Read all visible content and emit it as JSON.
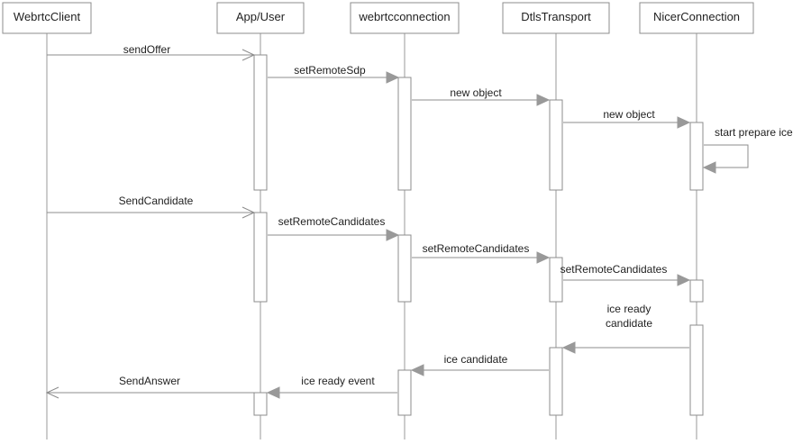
{
  "participants": [
    {
      "id": "webrtcclient",
      "label": "WebrtcClient"
    },
    {
      "id": "app-user",
      "label": "App/User"
    },
    {
      "id": "webrtcconnection",
      "label": "webrtcconnection"
    },
    {
      "id": "dtlstransport",
      "label": "DtlsTransport"
    },
    {
      "id": "nicerconnection",
      "label": "NicerConnection"
    }
  ],
  "messages": [
    {
      "id": "send-offer",
      "label": [
        "sendOffer"
      ],
      "from": "webrtcclient",
      "to": "app-user",
      "style": "async"
    },
    {
      "id": "set-remote-sdp",
      "label": [
        "setRemoteSdp"
      ],
      "from": "app-user",
      "to": "webrtcconnection",
      "style": "sync"
    },
    {
      "id": "new-object-1",
      "label": [
        "new object"
      ],
      "from": "webrtcconnection",
      "to": "dtlstransport",
      "style": "sync"
    },
    {
      "id": "new-object-2",
      "label": [
        "new object"
      ],
      "from": "dtlstransport",
      "to": "nicerconnection",
      "style": "sync"
    },
    {
      "id": "start-prepare-ice",
      "label": [
        "start prepare ice"
      ],
      "from": "nicerconnection",
      "to": "nicerconnection",
      "style": "self"
    },
    {
      "id": "send-candidate",
      "label": [
        "SendCandidate"
      ],
      "from": "webrtcclient",
      "to": "app-user",
      "style": "async"
    },
    {
      "id": "set-remote-candidates-1",
      "label": [
        "setRemoteCandidates"
      ],
      "from": "app-user",
      "to": "webrtcconnection",
      "style": "sync"
    },
    {
      "id": "set-remote-candidates-2",
      "label": [
        "setRemoteCandidates"
      ],
      "from": "webrtcconnection",
      "to": "dtlstransport",
      "style": "sync"
    },
    {
      "id": "set-remote-candidates-3",
      "label": [
        "setRemoteCandidates"
      ],
      "from": "dtlstransport",
      "to": "nicerconnection",
      "style": "sync"
    },
    {
      "id": "ice-ready-candidate",
      "label": [
        "ice ready",
        "candidate"
      ],
      "from": "nicerconnection",
      "to": "dtlstransport",
      "style": "sync"
    },
    {
      "id": "ice-candidate",
      "label": [
        "ice candidate"
      ],
      "from": "dtlstransport",
      "to": "webrtcconnection",
      "style": "sync"
    },
    {
      "id": "ice-ready-event",
      "label": [
        "ice  ready  event"
      ],
      "from": "webrtcconnection",
      "to": "app-user",
      "style": "sync"
    },
    {
      "id": "send-answer",
      "label": [
        "SendAnswer"
      ],
      "from": "app-user",
      "to": "webrtcclient",
      "style": "async"
    }
  ]
}
